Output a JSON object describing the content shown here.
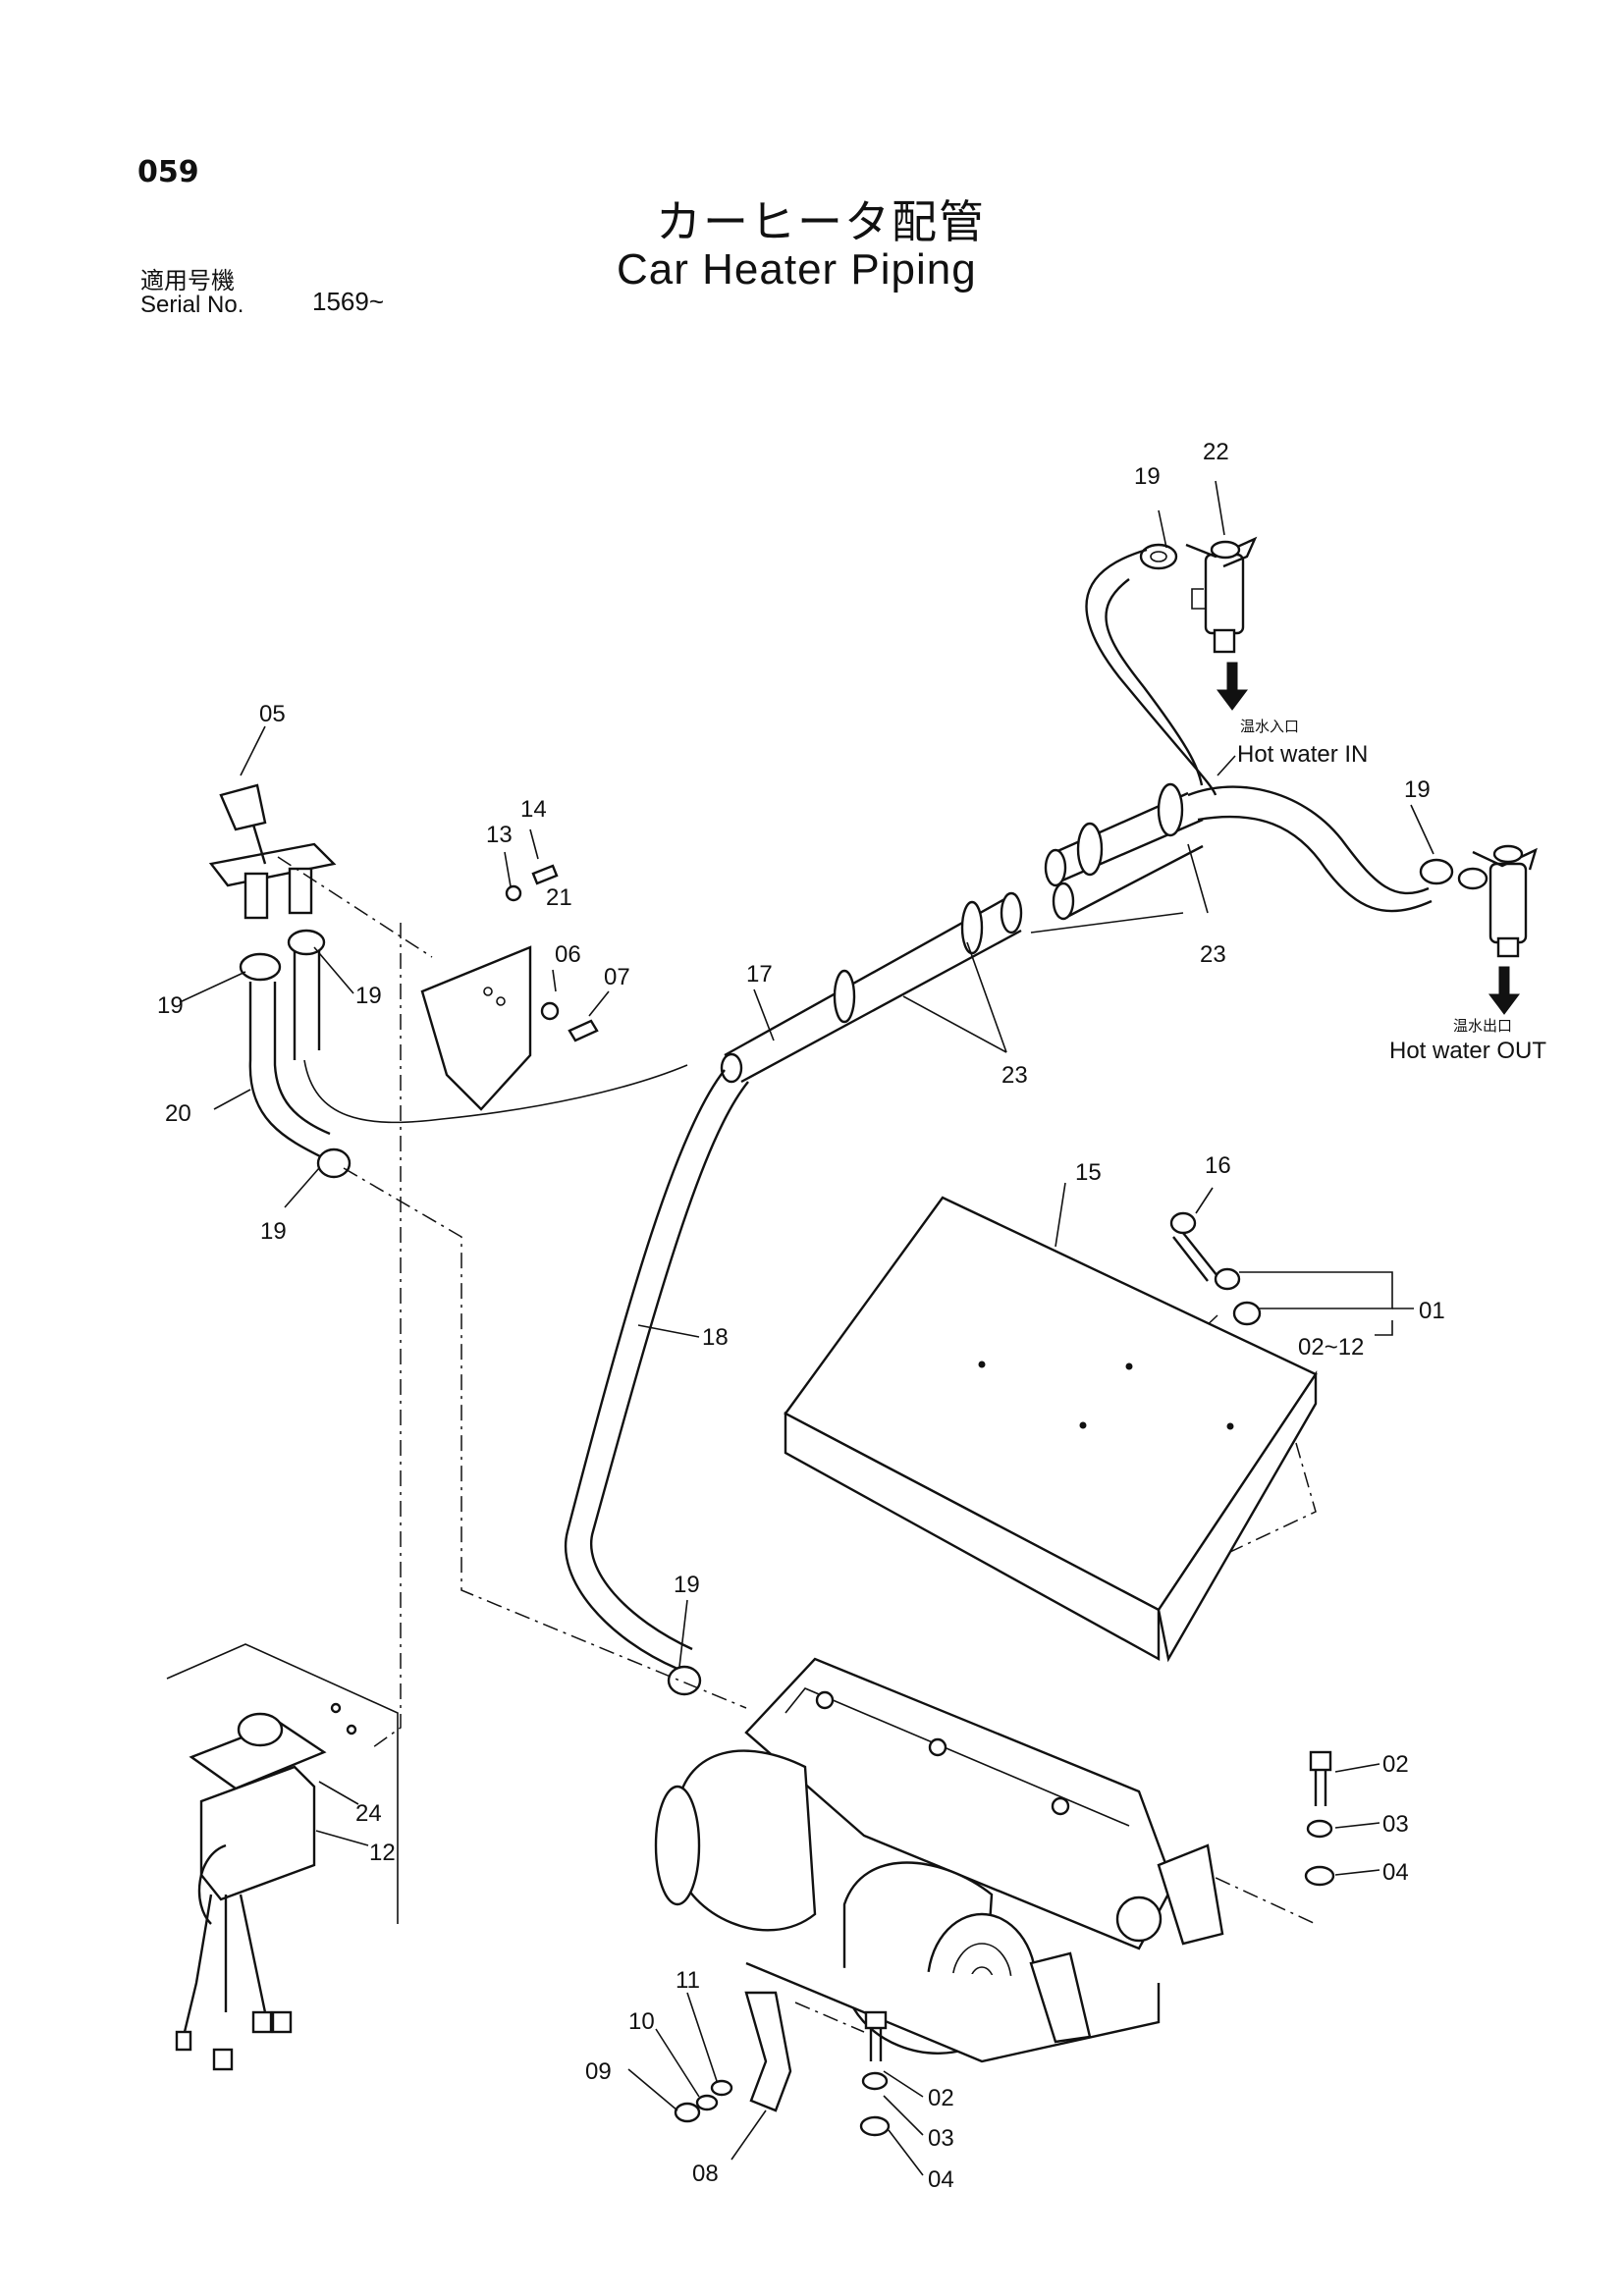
{
  "header": {
    "page_number": "059",
    "title_jp": "カーヒータ配管",
    "title_en": "Car Heater Piping",
    "serial_label_jp": "適用号機",
    "serial_label_en": "Serial No.",
    "serial_value": "1569~"
  },
  "flow_labels": {
    "inlet_jp": "温水入口",
    "inlet_en": "Hot water IN",
    "outlet_jp": "温水出口",
    "outlet_en": "Hot water OUT"
  },
  "callouts": {
    "c01": "01",
    "c02_12": "02~12",
    "c02": "02",
    "c03": "03",
    "c04": "04",
    "c05": "05",
    "c06": "06",
    "c07": "07",
    "c08": "08",
    "c09": "09",
    "c10": "10",
    "c11": "11",
    "c12": "12",
    "c13": "13",
    "c14": "14",
    "c15": "15",
    "c16": "16",
    "c17": "17",
    "c18": "18",
    "c19": "19",
    "c20": "20",
    "c21": "21",
    "c22": "22",
    "c23": "23",
    "c24": "24"
  }
}
